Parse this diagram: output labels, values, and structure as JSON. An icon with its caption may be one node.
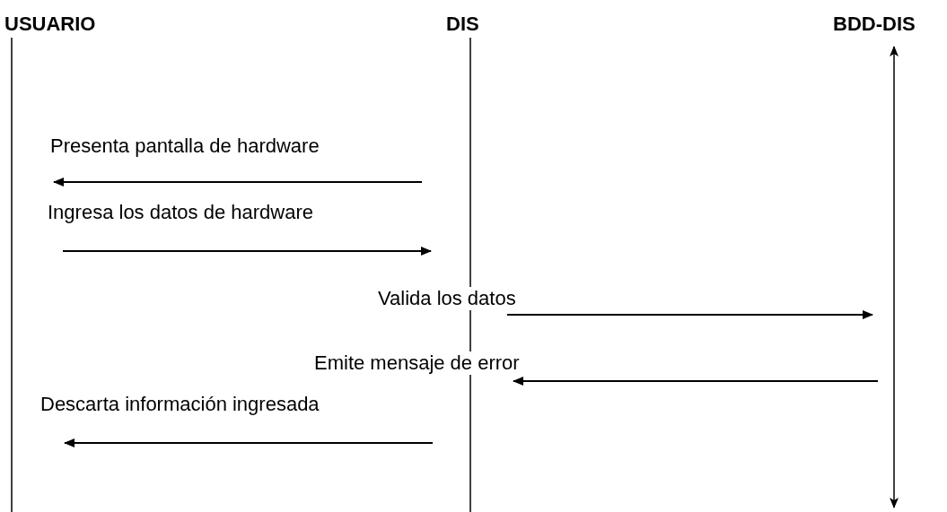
{
  "diagram": {
    "nodes": [
      {
        "text": [
          "USUARIO"
        ]
      },
      {
        "text": [
          "DIS"
        ]
      },
      {
        "text": [
          "BDD-DIS"
        ]
      }
    ],
    "edges": [
      {
        "from": 1,
        "to": 0,
        "arrow": "to",
        "label": "Presenta pantalla de hardware"
      },
      {
        "from": 0,
        "to": 1,
        "arrow": "to",
        "label": "Ingresa los datos de hardware"
      },
      {
        "from": 1,
        "to": 2,
        "arrow": "to",
        "label": "Valida los datos"
      },
      {
        "from": 2,
        "to": 1,
        "arrow": "to",
        "label": "Emite mensaje de error"
      },
      {
        "from": 1,
        "to": 0,
        "arrow": "to",
        "label": "Descarta información ingresada"
      }
    ]
  }
}
